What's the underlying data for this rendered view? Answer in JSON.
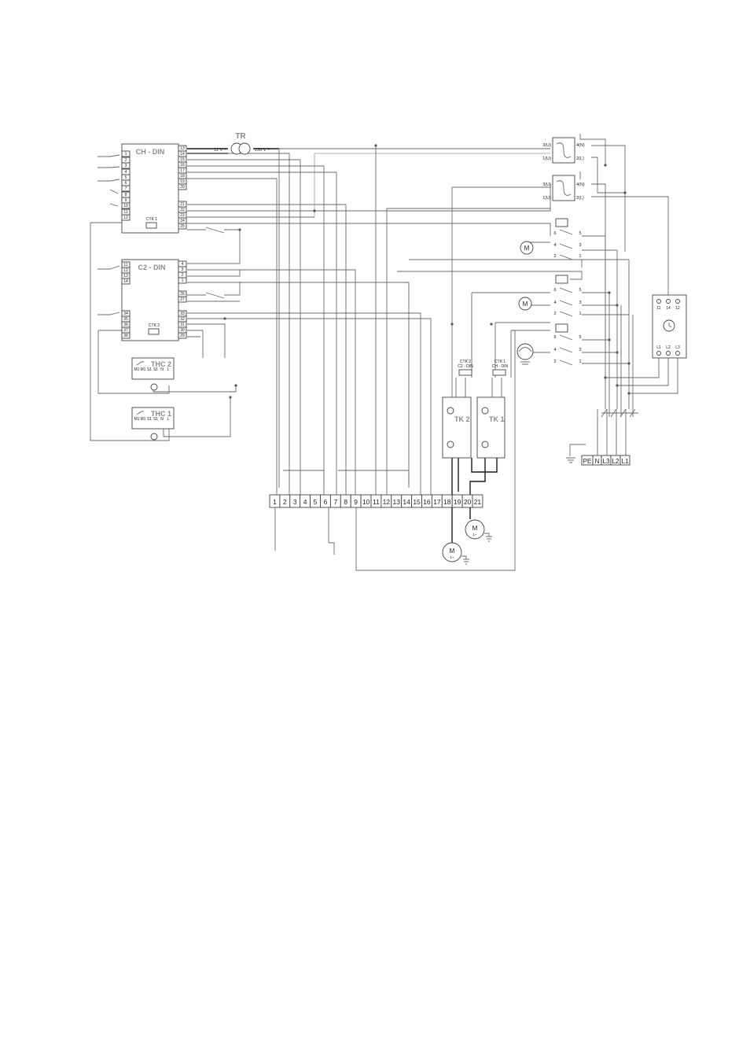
{
  "transformer": {
    "name": "TR",
    "secondary": "12 V ~",
    "primary": "230 V ~"
  },
  "ch_din": {
    "title": "CH - DIN",
    "left_terminals": [
      "1",
      "2",
      "3",
      "4",
      "5",
      "6",
      "7",
      "8",
      "9",
      "10",
      "11",
      "12"
    ],
    "right_terminals": [
      "13",
      "14",
      "15",
      "16",
      "17",
      "18",
      "19",
      "20",
      "21",
      "22",
      "23",
      "24",
      "25"
    ],
    "ctk_label": "CTK 1"
  },
  "c2_din": {
    "title": "C2 - DIN",
    "left_terminals": [
      "11",
      "12",
      "13",
      "14",
      "34",
      "35",
      "36",
      "37",
      "38"
    ],
    "right_terminals": [
      "4",
      "3",
      "2",
      "1",
      "26",
      "27",
      "33",
      "32",
      "31",
      "30",
      "29"
    ],
    "ctk_label": "CTK 2"
  },
  "thc2": {
    "title": "THC 2",
    "terminals": [
      "M1",
      "M1",
      "S1",
      "S1",
      "N",
      "L"
    ]
  },
  "thc1": {
    "title": "THC 1",
    "terminals": [
      "M1",
      "M1",
      "S1",
      "S1",
      "N",
      "L"
    ]
  },
  "fan_modules": [
    {
      "in_top": "3(U)",
      "in_bottom": "1(U)",
      "out_top": "4(N)",
      "out_bottom": "2(L)"
    },
    {
      "in_top": "3(U)",
      "in_bottom": "1(U)",
      "out_top": "4(N)",
      "out_bottom": "2(L)"
    }
  ],
  "contactors": [
    {
      "left": [
        "6",
        "4",
        "2"
      ],
      "right": [
        "5",
        "3",
        "1"
      ],
      "motor": "M"
    },
    {
      "left": [
        "6",
        "4",
        "2"
      ],
      "right": [
        "5",
        "3",
        "1"
      ],
      "motor": "M"
    },
    {
      "left": [
        "6",
        "4",
        "2"
      ],
      "right": [
        "5",
        "3",
        "1"
      ],
      "motor": ""
    }
  ],
  "protection": {
    "top": [
      "11",
      "14",
      "12"
    ],
    "bottom": [
      "L1",
      "L2",
      "L3"
    ]
  },
  "tk2": {
    "title": "TK 2",
    "ctk_line1": "CTK 2",
    "ctk_line2": "C2 - DIN"
  },
  "tk1": {
    "title": "TK 1",
    "ctk_line1": "CTK 1",
    "ctk_line2": "CH - DIN"
  },
  "supply_terminals": [
    "PE",
    "N",
    "L3",
    "L2",
    "L1"
  ],
  "terminal_strip": [
    "1",
    "2",
    "3",
    "4",
    "5",
    "6",
    "7",
    "8",
    "9",
    "10",
    "11",
    "12",
    "13",
    "14",
    "15",
    "16",
    "17",
    "18",
    "19",
    "20",
    "21"
  ],
  "motors": [
    {
      "label": "M",
      "sub": "1~"
    },
    {
      "label": "M",
      "sub": "1~"
    }
  ]
}
